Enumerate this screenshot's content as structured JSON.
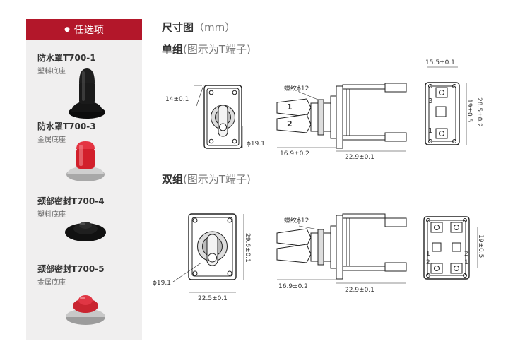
{
  "sidebar": {
    "header_label": "任选项",
    "options": [
      {
        "name": "防水罩T700-1",
        "base": "塑料底座"
      },
      {
        "name": "防水罩T700-3",
        "base": "金属底座"
      },
      {
        "name": "颈部密封T700-4",
        "base": "塑料底座"
      },
      {
        "name": "颈部密封T700-5",
        "base": "金属底座"
      }
    ]
  },
  "main": {
    "title_bold": "尺寸图",
    "title_unit": "（mm）",
    "single": {
      "title_bold": "单组",
      "title_note": "(图示为T端子)",
      "dims": {
        "front_width": "14±0.1",
        "front_diameter": "ϕ19.1",
        "thread": "螺纹ϕ12",
        "side_a": "16.9±0.2",
        "side_b": "22.9±0.1",
        "back_top": "15.5±0.1",
        "back_h1": "19±0.5",
        "back_h2": "28.5±0.2"
      },
      "terminal_labels": [
        "1",
        "2",
        "3",
        "1"
      ]
    },
    "double": {
      "title_bold": "双组",
      "title_note": "(图示为T端子)",
      "dims": {
        "front_height": "29.6±0.1",
        "front_diameter": "ϕ19.1",
        "front_width": "22.5±0.1",
        "thread": "螺纹ϕ12",
        "side_a": "16.9±0.2",
        "side_b": "22.9±0.1",
        "back_h1": "19±0.5"
      },
      "terminal_labels": [
        "1",
        "2",
        "2",
        "1"
      ]
    }
  }
}
